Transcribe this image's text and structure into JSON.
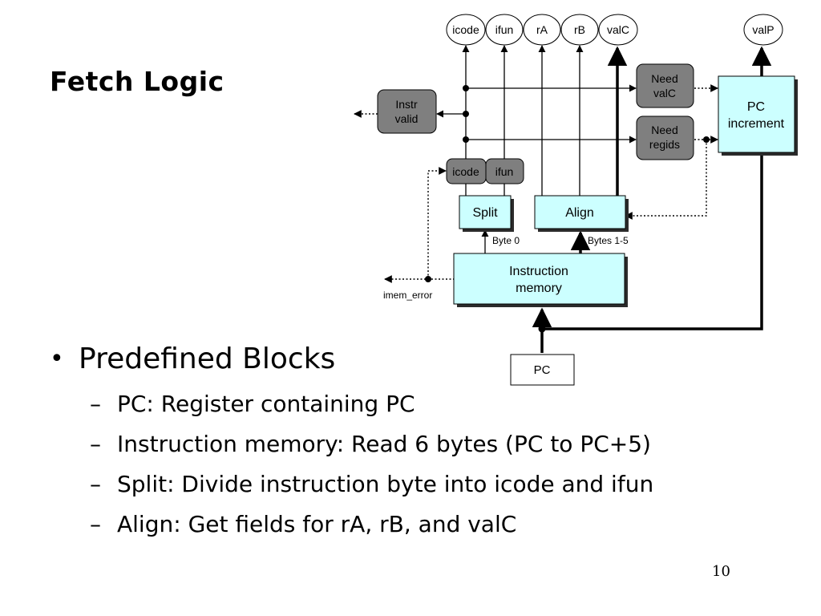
{
  "slide": {
    "title": "Fetch Logic",
    "page_number": "10"
  },
  "bullets": {
    "main": "Predefined Blocks",
    "dash": "–",
    "bullet_char": "•",
    "items": [
      "PC: Register containing PC",
      "Instruction memory: Read 6 bytes (PC to PC+5)",
      "Split: Divide instruction byte into icode and ifun",
      "Align: Get fields for rA, rB, and valC"
    ]
  },
  "diagram": {
    "outputs": {
      "icode": "icode",
      "ifun": "ifun",
      "rA": "rA",
      "rB": "rB",
      "valC": "valC",
      "valP": "valP"
    },
    "blocks": {
      "instr_valid": [
        "Instr",
        "valid"
      ],
      "need_valc": [
        "Need",
        "valC"
      ],
      "need_regids": [
        "Need",
        "regids"
      ],
      "pc_increment": [
        "PC",
        "increment"
      ],
      "icode_box": "icode",
      "ifun_box": "ifun",
      "split": "Split",
      "align": "Align",
      "instruction_memory": [
        "Instruction",
        "memory"
      ],
      "pc": "PC"
    },
    "labels": {
      "byte0": "Byte 0",
      "bytes15": "Bytes 1-5",
      "imem_error": "imem_error"
    },
    "colors": {
      "cyan_block": "#ccffff",
      "gray_block": "#7f7f7f",
      "shadow": "#2b2b2b",
      "line": "#000000"
    }
  }
}
